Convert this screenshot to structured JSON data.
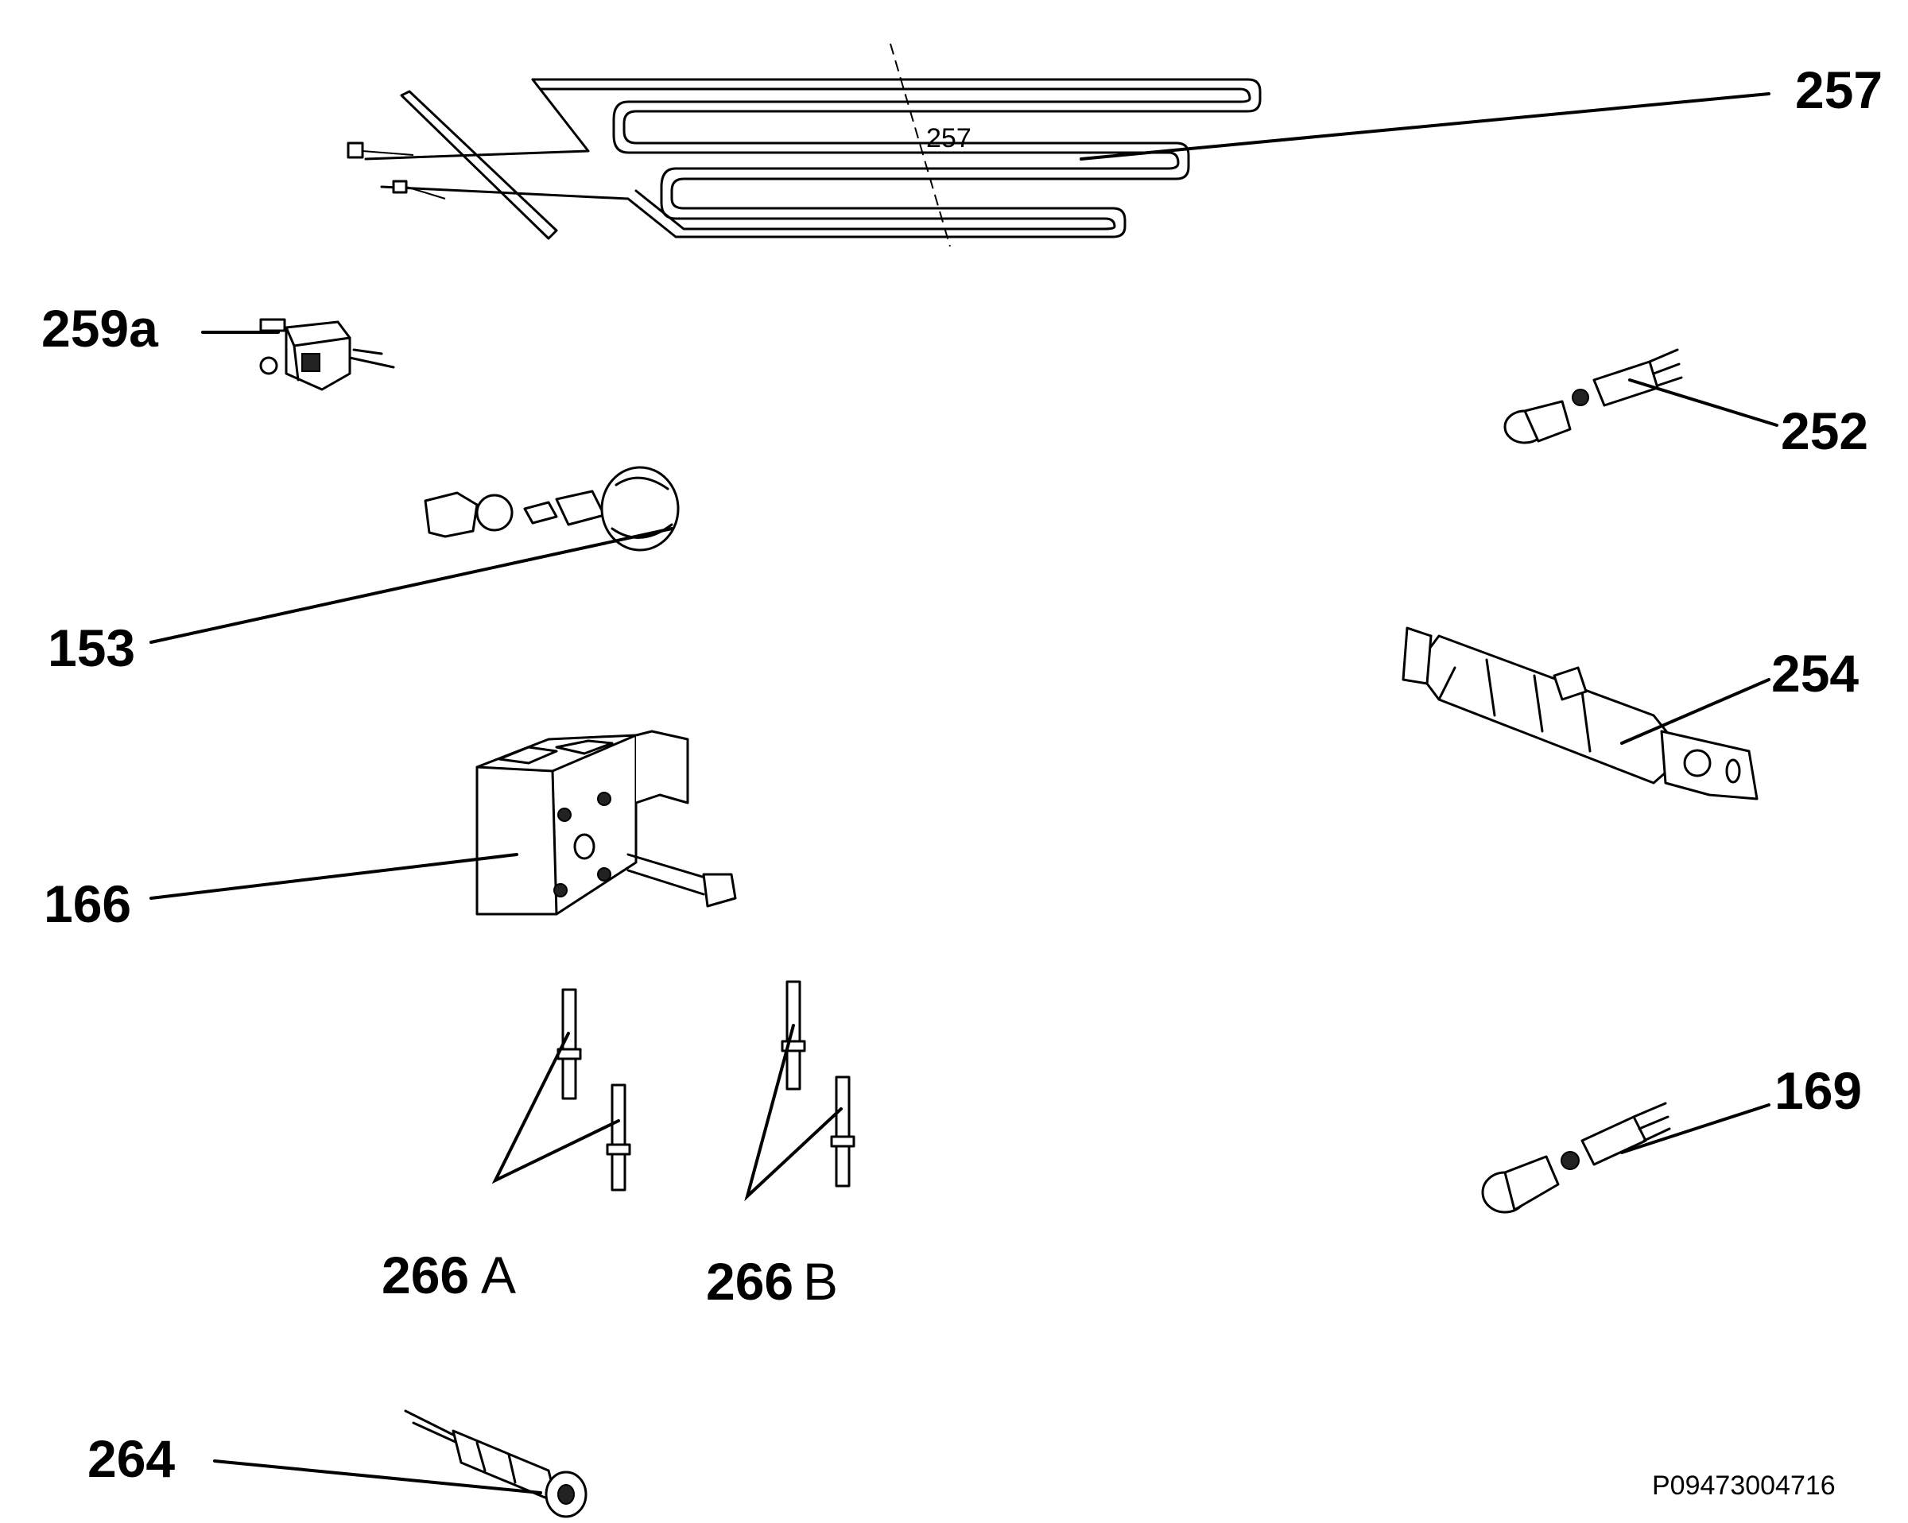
{
  "callouts": {
    "c257": "257",
    "c259a": "259a",
    "c252": "252",
    "c153": "153",
    "c254": "254",
    "c166": "166",
    "c169": "169",
    "c266a_num": "266",
    "c266a_suffix": "A",
    "c266b_num": "266",
    "c266b_suffix": "B",
    "c264": "264"
  },
  "reference_code": "P09473004716"
}
